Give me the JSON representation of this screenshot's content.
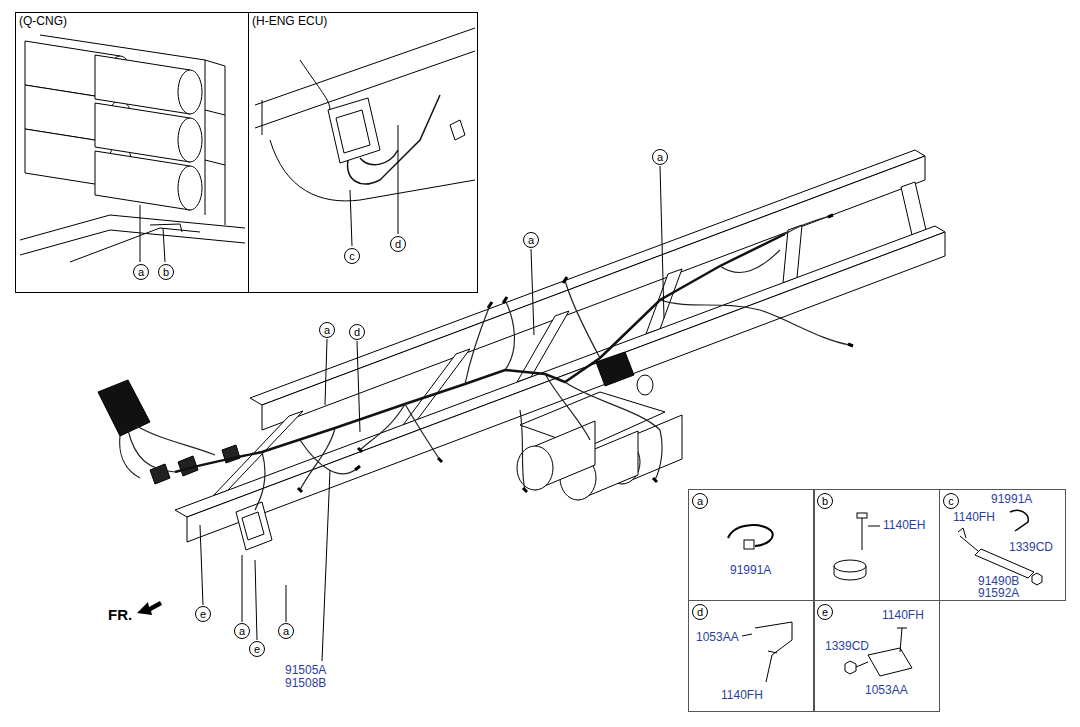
{
  "diagram": {
    "nodes": [
      {
        "text": [
          "(Q-CNG)"
        ]
      },
      {
        "text": [
          "a"
        ],
        "in": 0
      },
      {
        "text": [
          "b"
        ],
        "in": 0
      },
      {
        "text": [
          "(H-ENG ECU)"
        ]
      },
      {
        "text": [
          "c"
        ],
        "in": 3
      },
      {
        "text": [
          "d"
        ],
        "in": 3
      },
      {
        "text": [
          "a"
        ]
      },
      {
        "text": [
          "a"
        ]
      },
      {
        "text": [
          "a"
        ]
      },
      {
        "text": [
          "d"
        ]
      },
      {
        "text": [
          "e"
        ]
      },
      {
        "text": [
          "a"
        ]
      },
      {
        "text": [
          "a"
        ]
      },
      {
        "text": [
          "e"
        ]
      },
      {
        "text": [
          "91991A"
        ]
      },
      {
        "text": [
          "a"
        ],
        "in": 14
      },
      {
        "text": [
          "1140EH"
        ]
      },
      {
        "text": [
          "b"
        ],
        "in": 16
      },
      {
        "text": [
          "91991A",
          "1140FH",
          "1339CD",
          "91490B",
          "91592A"
        ]
      },
      {
        "text": [
          "c"
        ],
        "in": 18
      },
      {
        "text": [
          "1053AA",
          "1140FH"
        ]
      },
      {
        "text": [
          "d"
        ],
        "in": 20
      },
      {
        "text": [
          "1140FH",
          "1339CD",
          "1053AA"
        ]
      },
      {
        "text": [
          "e"
        ],
        "in": 22
      }
    ],
    "labels": [
      "FR.",
      "91505A",
      "91508B"
    ]
  }
}
